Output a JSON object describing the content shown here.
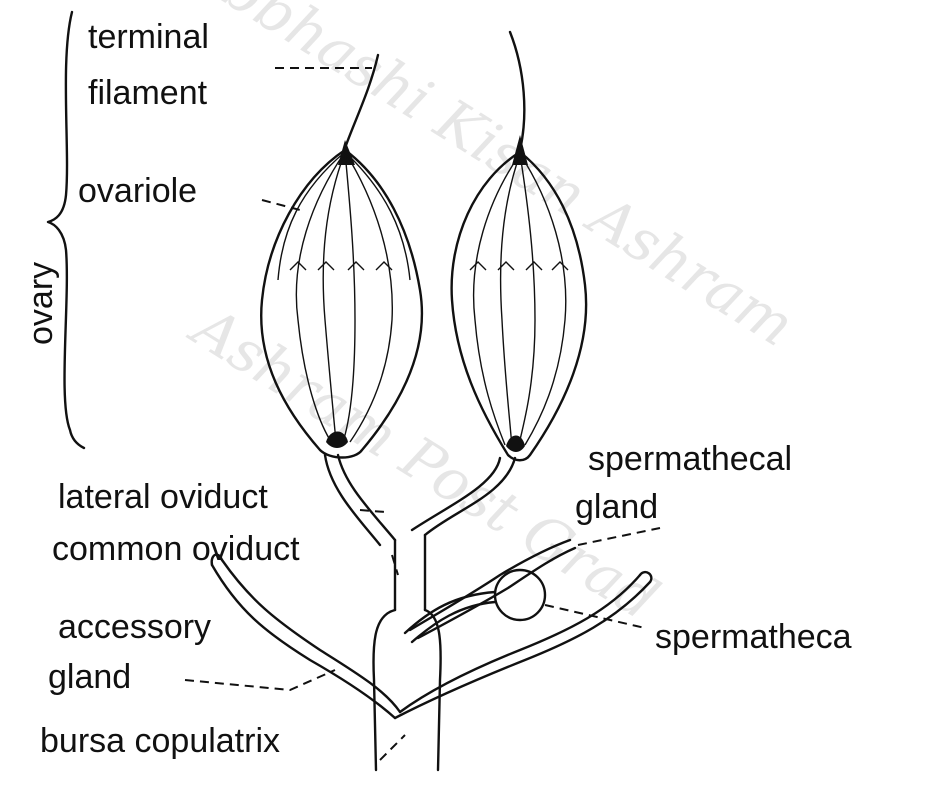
{
  "labels": {
    "ovary": "ovary",
    "terminal_filament_1": "terminal",
    "terminal_filament_2": "filament",
    "ovariole": "ovariole",
    "lateral_oviduct": "lateral oviduct",
    "common_oviduct": "common oviduct",
    "spermathecal_gland_1": "spermathecal",
    "spermathecal_gland_2": "gland",
    "accessory_gland_1": "accessory",
    "accessory_gland_2": "gland",
    "spermatheca": "spermatheca",
    "bursa_copulatrix": "bursa copulatrix"
  },
  "watermark": {
    "text_1": "Dubbhashi Kisan Ashram",
    "text_2": "Ashram Post Grad"
  }
}
